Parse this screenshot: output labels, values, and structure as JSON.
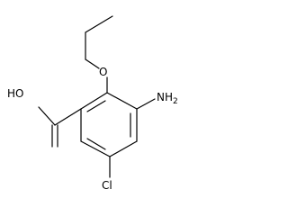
{
  "labels": {
    "hydroxyl": "HO",
    "amine": "NH",
    "amine_subscript": "2",
    "chlorine": "Cl"
  },
  "colors": {
    "bond": "#000000",
    "text": "#000000",
    "background": "#ffffff"
  }
}
